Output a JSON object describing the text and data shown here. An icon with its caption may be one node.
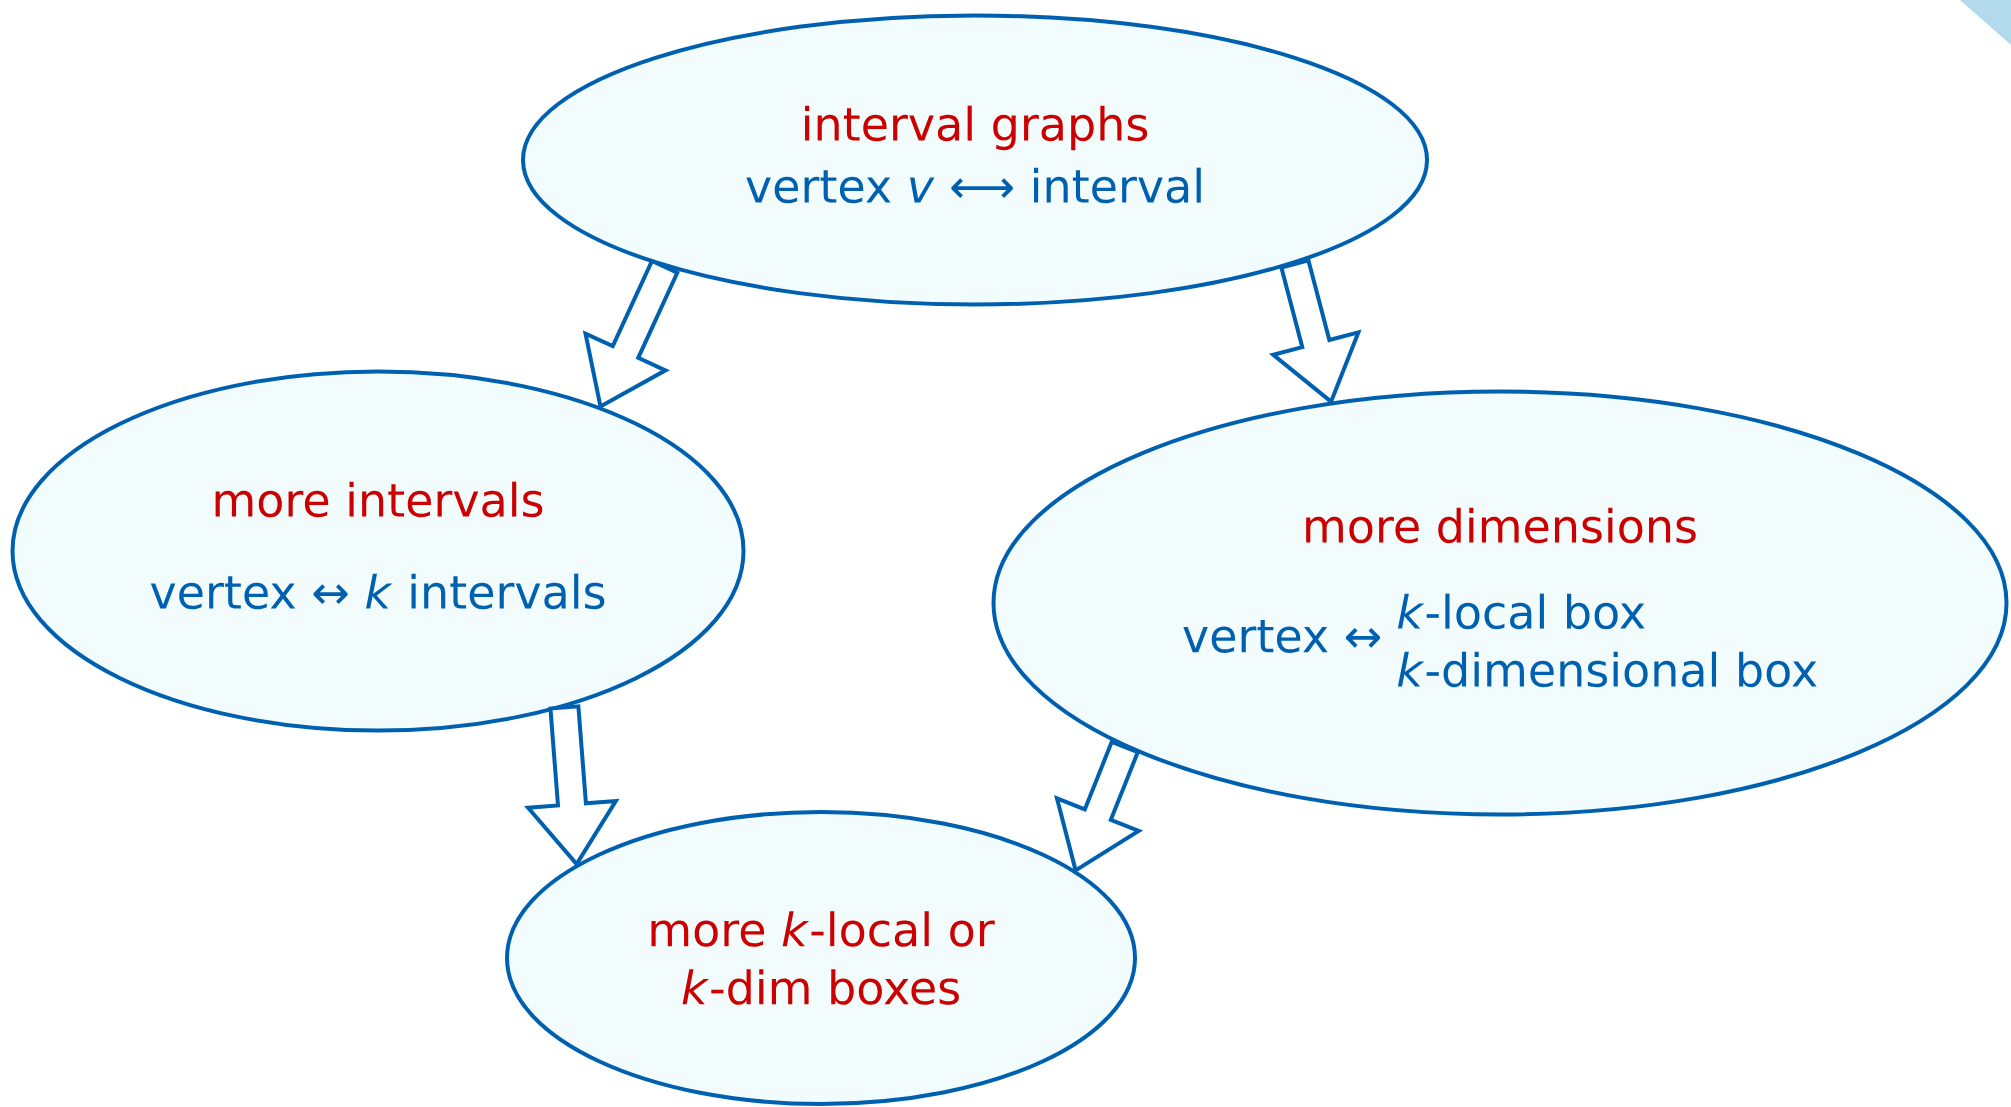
{
  "diagram": {
    "nodes": [
      {
        "text": [
          "interval graphs",
          "vertex *v* ⟷ interval"
        ]
      },
      {
        "text": [
          "more intervals",
          "vertex ↔ *k* intervals"
        ]
      },
      {
        "text": [
          "more dimensions",
          "vertex ↔",
          "*k*-local box",
          "*k*-dimensional box"
        ]
      },
      {
        "text": [
          "more *k*-local or *k*-dim boxes"
        ]
      }
    ],
    "edges": [
      {
        "from": 0,
        "to": 1,
        "arrow": "to",
        "style": "thick"
      },
      {
        "from": 0,
        "to": 2,
        "arrow": "to",
        "style": "thick"
      },
      {
        "from": 1,
        "to": 3,
        "arrow": "to",
        "style": "thick"
      },
      {
        "from": 2,
        "to": 3,
        "arrow": "to",
        "style": "thick"
      }
    ]
  }
}
